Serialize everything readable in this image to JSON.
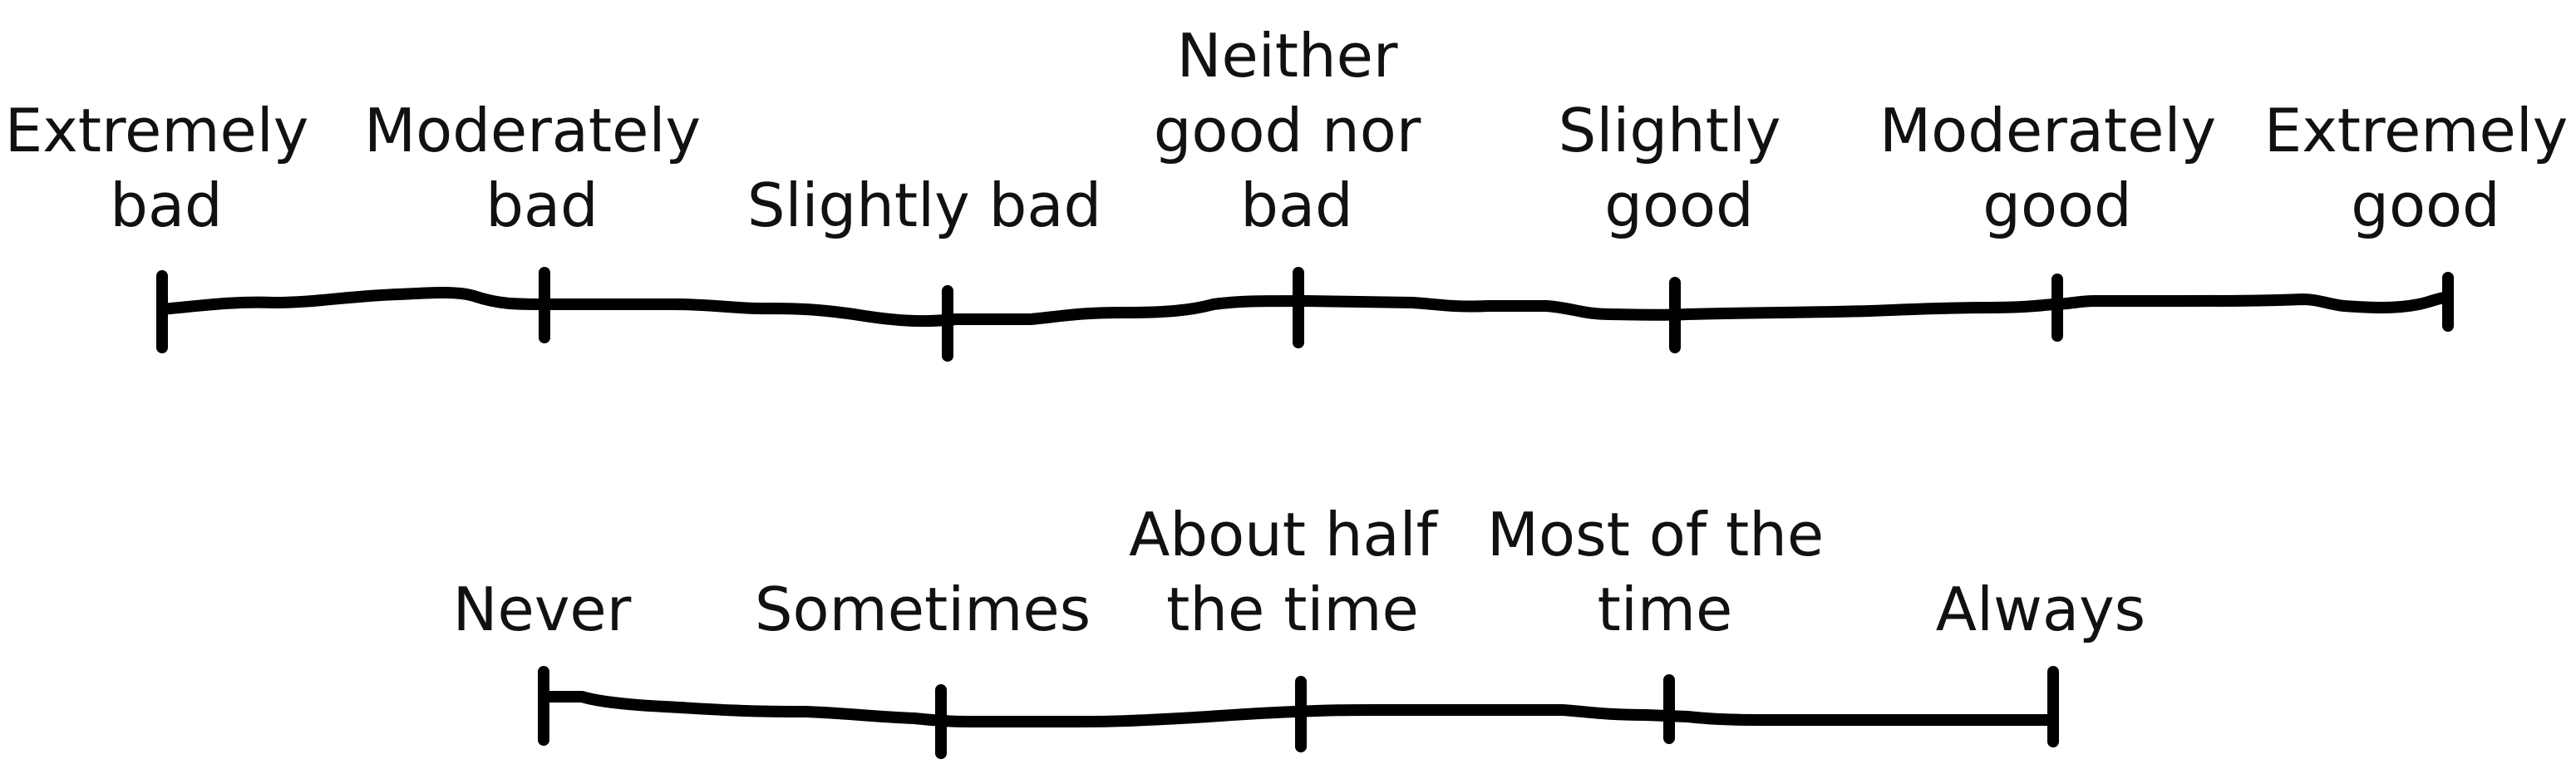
{
  "scales": [
    {
      "name": "quality-scale",
      "points": [
        {
          "label": [
            "Extremely",
            "bad"
          ]
        },
        {
          "label": [
            "Moderately",
            "bad"
          ]
        },
        {
          "label": [
            "Slightly bad"
          ]
        },
        {
          "label": [
            "Neither",
            "good nor",
            "bad"
          ]
        },
        {
          "label": [
            "Slightly",
            "good"
          ]
        },
        {
          "label": [
            "Moderately",
            "good"
          ]
        },
        {
          "label": [
            "Extremely",
            "good"
          ]
        }
      ]
    },
    {
      "name": "frequency-scale",
      "points": [
        {
          "label": [
            "Never"
          ]
        },
        {
          "label": [
            "Sometimes"
          ]
        },
        {
          "label": [
            "About half",
            "the time"
          ]
        },
        {
          "label": [
            "Most of the",
            "time"
          ]
        },
        {
          "label": [
            "Always"
          ]
        }
      ]
    }
  ],
  "colors": {
    "ink": "#000000",
    "text": "#111111",
    "background": "#ffffff"
  }
}
